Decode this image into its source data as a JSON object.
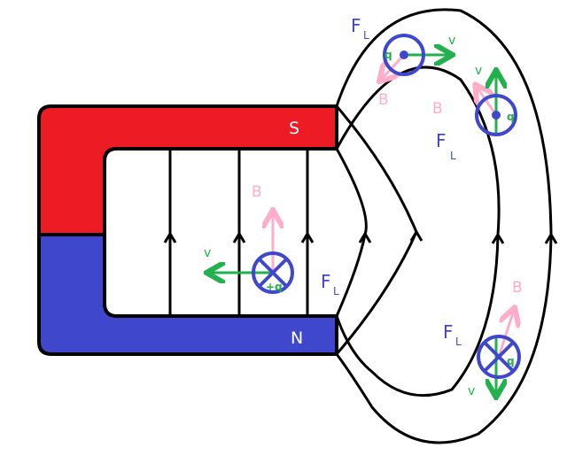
{
  "diagram": {
    "title": "",
    "magnet": {
      "south_label": "S",
      "north_label": "N",
      "south_color": "#ed1c24",
      "north_color": "#3f48cc",
      "outline_color": "#000000"
    },
    "colors": {
      "field_line": "#000000",
      "force": "#3f48cc",
      "b_field": "#ffaec9",
      "velocity": "#22b14c"
    },
    "symbols": {
      "force": "F",
      "force_sub": "L",
      "b_field": "B",
      "velocity": "v",
      "charge_plus": "+q",
      "charge_q": "q"
    },
    "field_lines": {
      "inside_gap_count": 3,
      "outside_count": 4,
      "direction": "upward (N to S)"
    },
    "particles": [
      {
        "id": "gap",
        "direction": "into-page",
        "label": "+q",
        "v_direction": "left",
        "force_label": "FL"
      },
      {
        "id": "top",
        "direction": "out-of-page",
        "label": "q",
        "v_direction": "right",
        "force_label": "FL"
      },
      {
        "id": "right-upper",
        "direction": "out-of-page",
        "label": "q",
        "v_direction": "up",
        "force_label": "FL"
      },
      {
        "id": "right-lower",
        "direction": "into-page",
        "label": "q",
        "v_direction": "down",
        "force_label": "FL"
      }
    ]
  }
}
